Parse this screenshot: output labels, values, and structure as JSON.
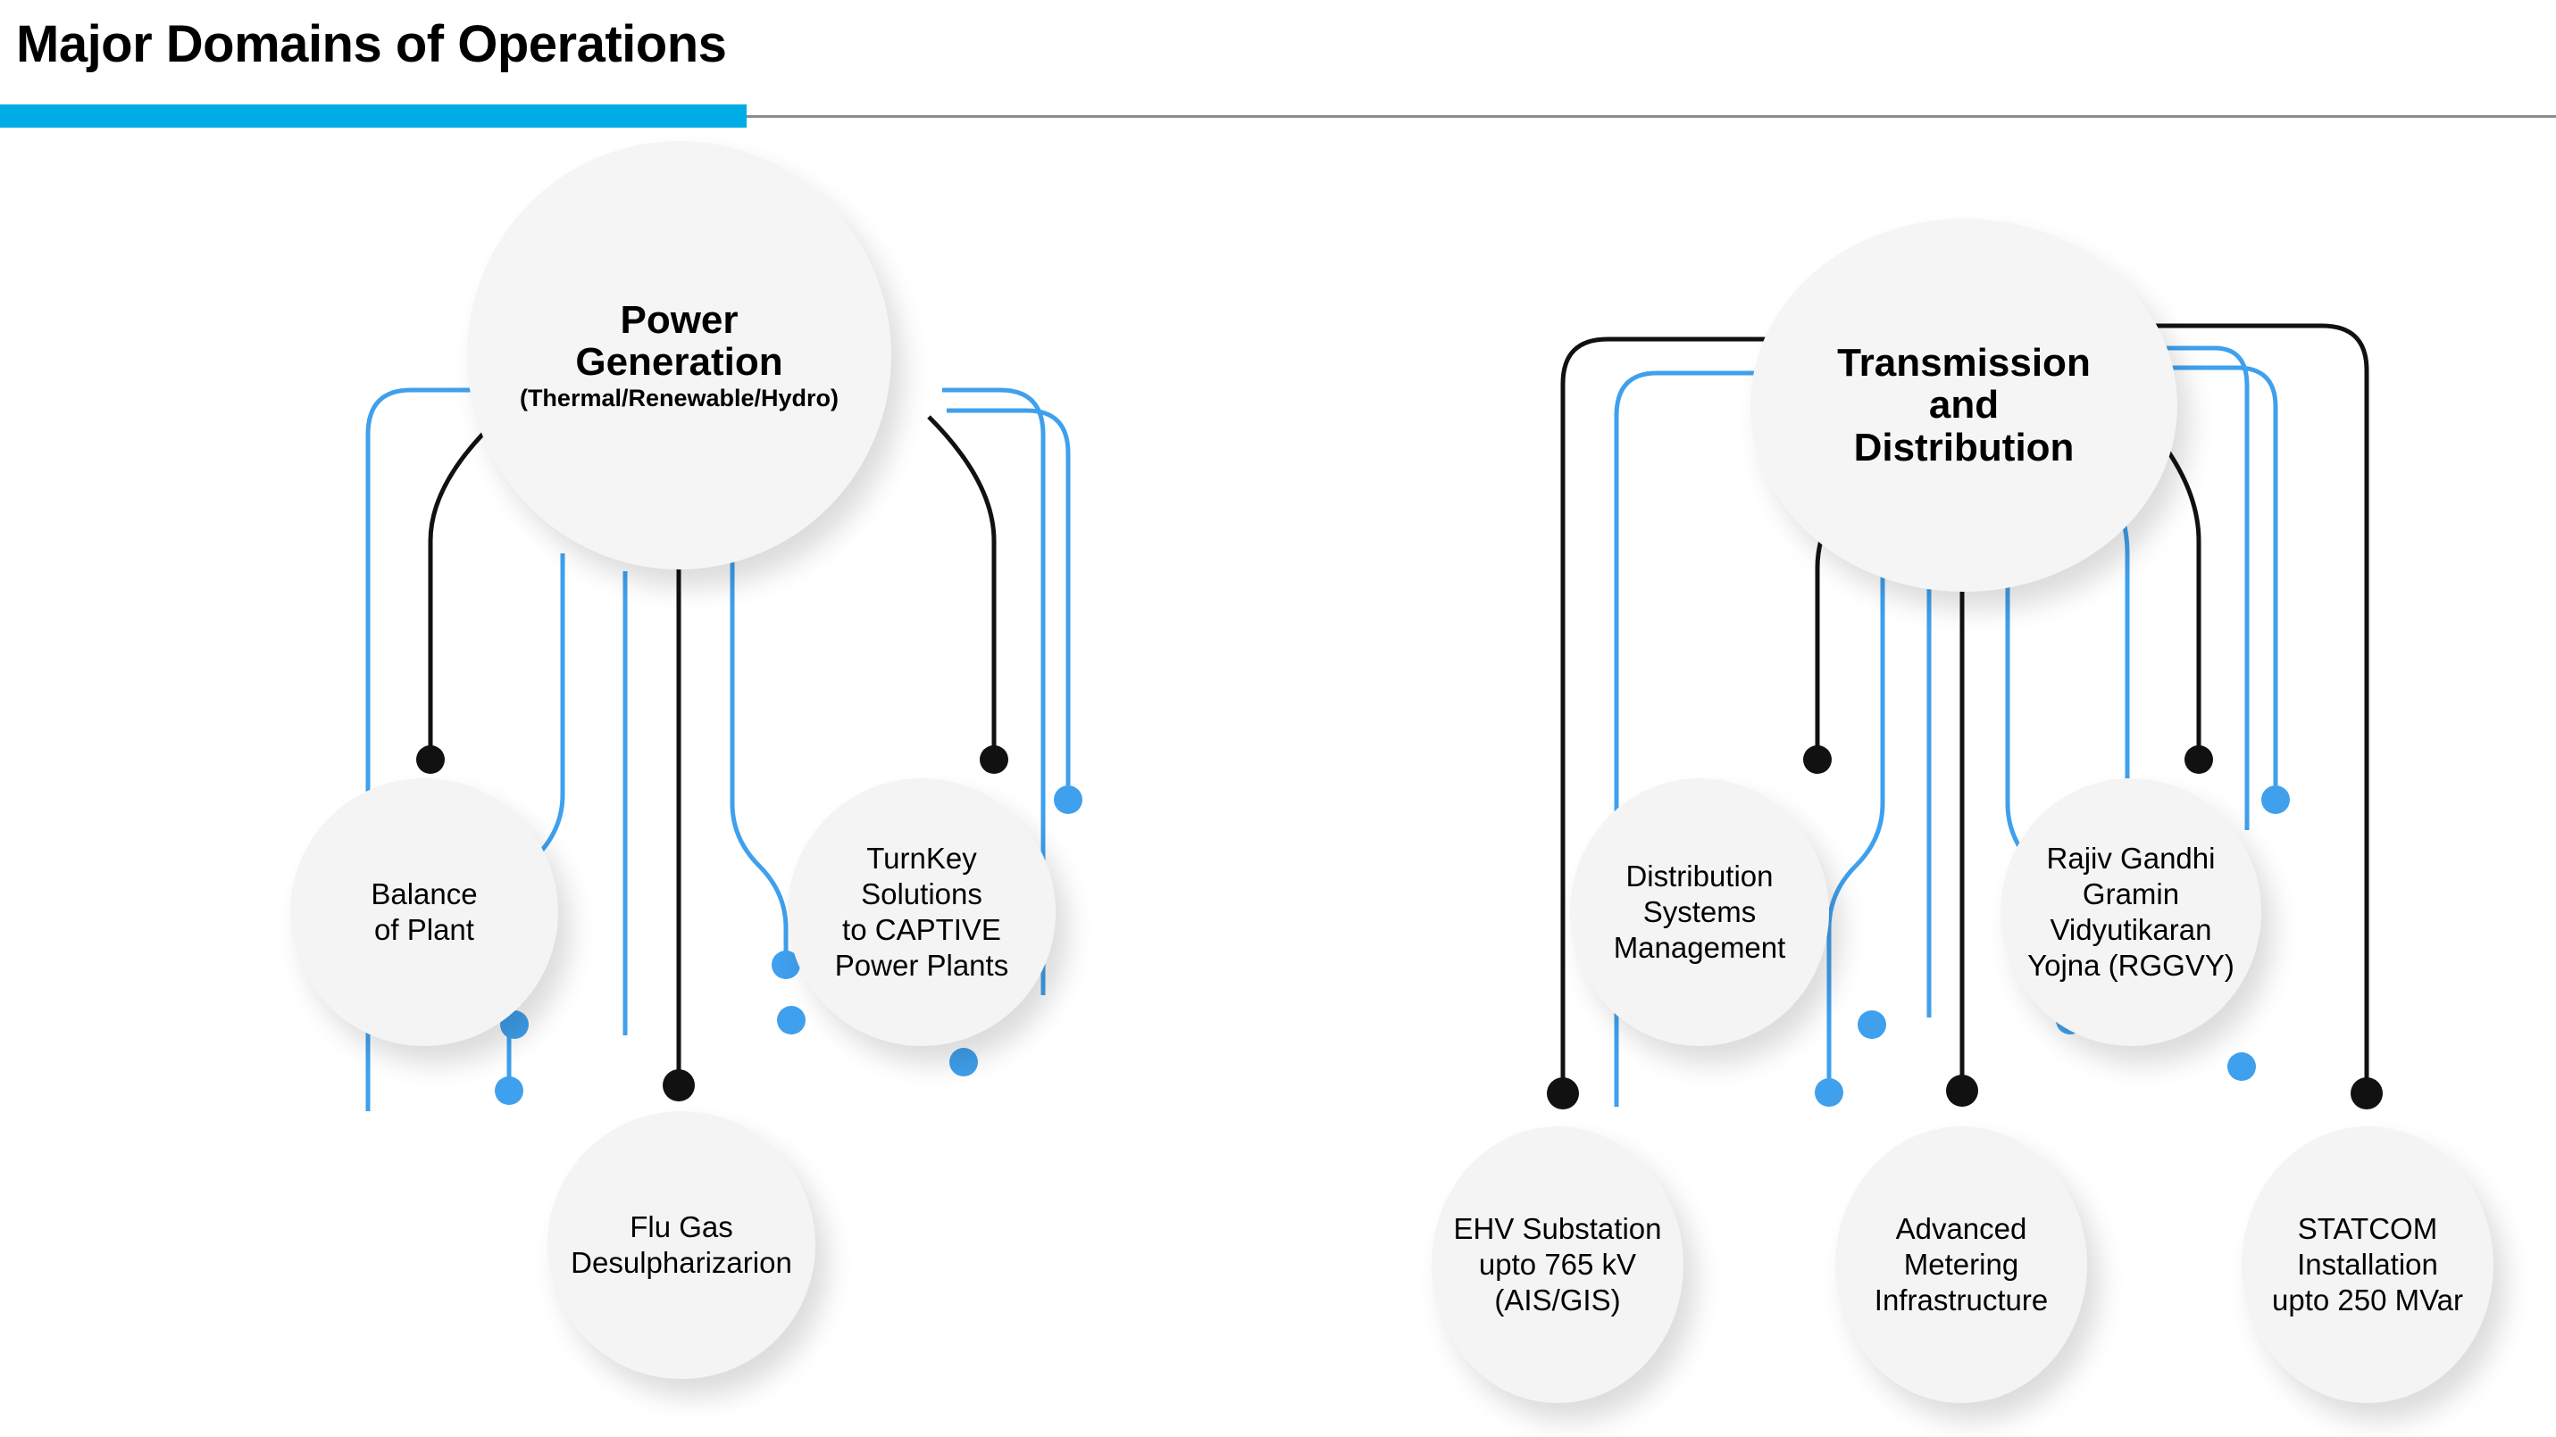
{
  "header": {
    "title": "Major Domains of Operations",
    "accent_color": "#00ace5",
    "divider_color": "#8c8c8c"
  },
  "theme": {
    "bubble_fill": "#f4f4f4",
    "connector_blue": "#3fa0ed",
    "connector_black": "#111111",
    "text_color": "#000000",
    "background": "#ffffff"
  },
  "diagram": {
    "type": "hub-and-spoke",
    "groups": [
      {
        "id": "power-generation",
        "hub": {
          "title_line1": "Power",
          "title_line2": "Generation",
          "subtitle": "(Thermal/Renewable/Hydro)"
        },
        "leaves": [
          {
            "id": "balance-of-plant",
            "lines": [
              "Balance",
              "of Plant"
            ]
          },
          {
            "id": "flu-gas-desulpharizarion",
            "lines": [
              "Flu Gas",
              "Desulpharizarion"
            ]
          },
          {
            "id": "turnkey-solutions",
            "lines": [
              "TurnKey",
              "Solutions",
              "to CAPTIVE",
              "Power Plants"
            ]
          }
        ]
      },
      {
        "id": "transmission-and-distribution",
        "hub": {
          "title_line1": "Transmission",
          "title_line2": "and",
          "title_line3": "Distribution"
        },
        "leaves": [
          {
            "id": "ehv-substation",
            "lines": [
              "EHV Substation",
              "upto 765 kV",
              "(AIS/GIS)"
            ]
          },
          {
            "id": "distribution-systems-management",
            "lines": [
              "Distribution",
              "Systems",
              "Management"
            ]
          },
          {
            "id": "advanced-metering-infrastructure",
            "lines": [
              "Advanced",
              "Metering",
              "Infrastructure"
            ]
          },
          {
            "id": "rajiv-gandhi-gramin",
            "lines": [
              "Rajiv Gandhi",
              "Gramin",
              "Vidyutikaran",
              "Yojna (RGGVY)"
            ]
          },
          {
            "id": "statcom-installation",
            "lines": [
              "STATCOM",
              "Installation",
              "upto 250 MVar"
            ]
          }
        ]
      }
    ]
  },
  "nodes": {
    "power_generation_l1": "Power",
    "power_generation_l2": "Generation",
    "power_generation_sub": "(Thermal/Renewable/Hydro)",
    "transmission_l1": "Transmission",
    "transmission_l2": "and",
    "transmission_l3": "Distribution",
    "balance_of_plant_l1": "Balance",
    "balance_of_plant_l2": "of Plant",
    "flu_gas_l1": "Flu Gas",
    "flu_gas_l2": "Desulpharizarion",
    "turnkey_l1": "TurnKey",
    "turnkey_l2": "Solutions",
    "turnkey_l3": "to CAPTIVE",
    "turnkey_l4": "Power Plants",
    "ehv_l1": "EHV Substation",
    "ehv_l2": "upto 765 kV",
    "ehv_l3": "(AIS/GIS)",
    "dsm_l1": "Distribution",
    "dsm_l2": "Systems",
    "dsm_l3": "Management",
    "ami_l1": "Advanced",
    "ami_l2": "Metering",
    "ami_l3": "Infrastructure",
    "rggvy_l1": "Rajiv Gandhi",
    "rggvy_l2": "Gramin",
    "rggvy_l3": "Vidyutikaran",
    "rggvy_l4": "Yojna (RGGVY)",
    "statcom_l1": "STATCOM",
    "statcom_l2": "Installation",
    "statcom_l3": "upto 250 MVar"
  }
}
